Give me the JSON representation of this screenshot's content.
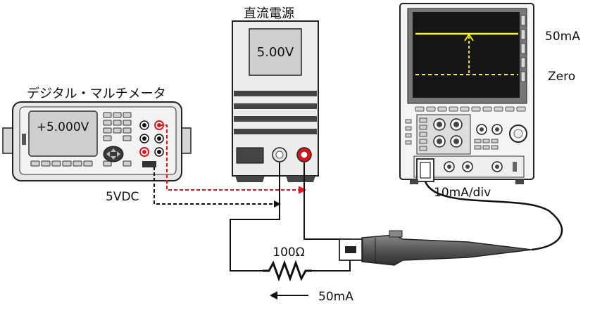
{
  "multimeter": {
    "title": "デジタル・マルチメータ",
    "display": "+5.000V",
    "output_label": "5VDC"
  },
  "power_supply": {
    "title": "直流電源",
    "display": "5.00V"
  },
  "circuit": {
    "resistor_label": "100Ω",
    "current_label": "50mA"
  },
  "oscilloscope": {
    "trace_high_label": "50mA",
    "trace_zero_label": "Zero",
    "probe_scale_label": "10mA/div"
  },
  "colors": {
    "red_terminal": "#e0141e",
    "screen_bg": "#161616",
    "trace": "#ffff00",
    "probe": "#555555",
    "case": "#f2f2f2"
  }
}
